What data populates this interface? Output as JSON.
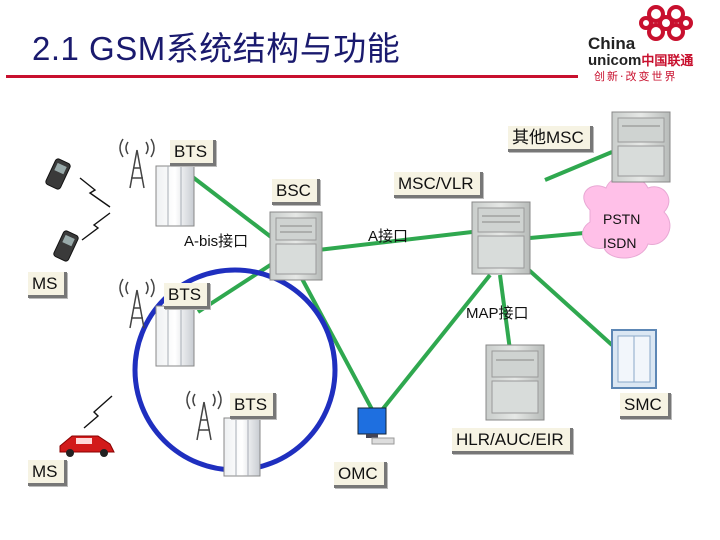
{
  "slide": {
    "title": "2.1 GSM系统结构与功能"
  },
  "logo": {
    "line1": "China",
    "line2": "unicom",
    "line2_cn": "中国联通",
    "slogan": "创新·改变世界"
  },
  "labels": {
    "bts_top": "BTS",
    "bsc": "BSC",
    "abis": "A-bis接口",
    "a_interface": "A接口",
    "msc_vlr": "MSC/VLR",
    "other_msc": "其他MSC",
    "pstn": "PSTN",
    "isdn": "ISDN",
    "ms_top": "MS",
    "bts_mid": "BTS",
    "map": "MAP接口",
    "bts_bottom": "BTS",
    "smc": "SMC",
    "hlr": "HLR/AUC/EIR",
    "ms_bottom": "MS",
    "omc": "OMC"
  },
  "colors": {
    "title": "#1a1a6e",
    "rule": "#c8102e",
    "link": "#2fa84f",
    "circle": "#1f2fbf",
    "cloud": "#ffc0e8",
    "cabinet": "#d8dbd8"
  }
}
